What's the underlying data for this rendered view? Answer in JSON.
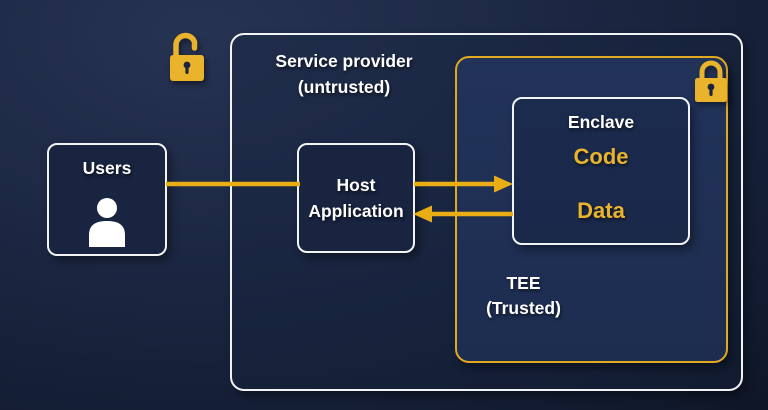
{
  "colors": {
    "gold": "#EAB32C",
    "arrow_gold": "#E9AD15",
    "border_white": "#F2F3F5",
    "tee_fill": "#22335A",
    "background_navy": "#1B2742"
  },
  "boxes": {
    "service_provider": {
      "line1": "Service provider",
      "line2": "(untrusted)"
    },
    "tee": {
      "line1": "TEE",
      "line2": "(Trusted)"
    },
    "enclave": {
      "title": "Enclave",
      "items": [
        {
          "label": "Code"
        },
        {
          "label": "Data"
        }
      ]
    },
    "users": {
      "label": "Users"
    },
    "host": {
      "line1": "Host",
      "line2": "Application"
    }
  },
  "icons": {
    "top_left": "unlock-icon",
    "tee_corner": "lock-icon",
    "users_box": "user-icon"
  }
}
